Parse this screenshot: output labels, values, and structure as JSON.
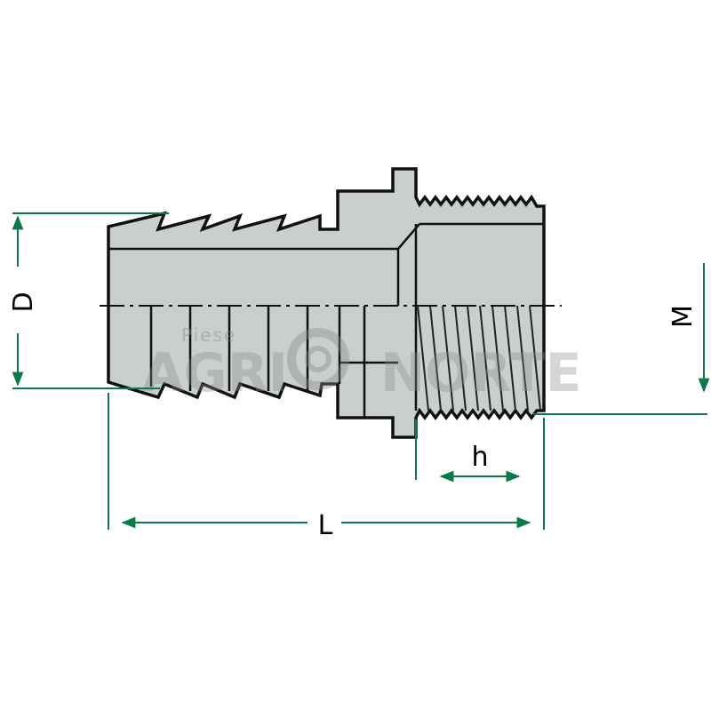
{
  "colors": {
    "body_fill": "#c9cfcb",
    "outline": "#111111",
    "dimension": "#0a7a4a",
    "thread_line": "#222222"
  },
  "labels": {
    "D": "D",
    "M": "M",
    "h": "h",
    "L": "L"
  },
  "watermark": {
    "top": "Piese",
    "left": "AGRI",
    "right": "NORTE"
  }
}
